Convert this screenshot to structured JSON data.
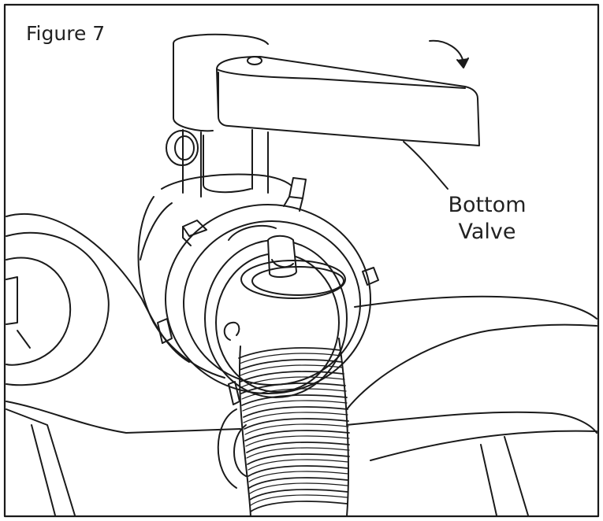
{
  "figure": {
    "title": "Figure 7"
  },
  "callout": {
    "line1": "Bottom",
    "line2": "Valve"
  },
  "colors": {
    "stroke": "#1a1a1a",
    "background": "#ffffff"
  },
  "icons": {
    "rotation_arrow": "curved-arrow-clockwise-icon"
  }
}
